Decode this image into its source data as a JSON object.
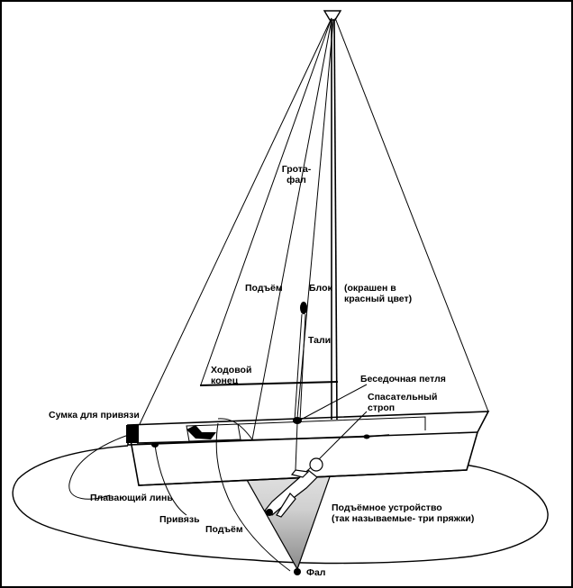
{
  "labels": {
    "grota_line1": "Грота-",
    "grota_line2": "фал",
    "podyom_top": "Подъём",
    "blok": "Блок",
    "colored_line1": "(окрашен в",
    "colored_line2": "красный цвет)",
    "tali": "Тали",
    "hodovoy_line1": "Ходовой",
    "hodovoy_line2": "конец",
    "besedochnaya": "Беседочная петля",
    "spasatelny_line1": "Спасательный",
    "spasatelny_line2": "строп",
    "sumka": "Сумка для привязи",
    "plavayushchiy": "Плавающий линь",
    "privyaz": "Привязь",
    "podyom_bottom": "Подъём",
    "ustroystvo_line1": "Подъёмное устройство",
    "ustroystvo_line2": "(так называемые- три пряжки)",
    "fal": "Фал"
  }
}
